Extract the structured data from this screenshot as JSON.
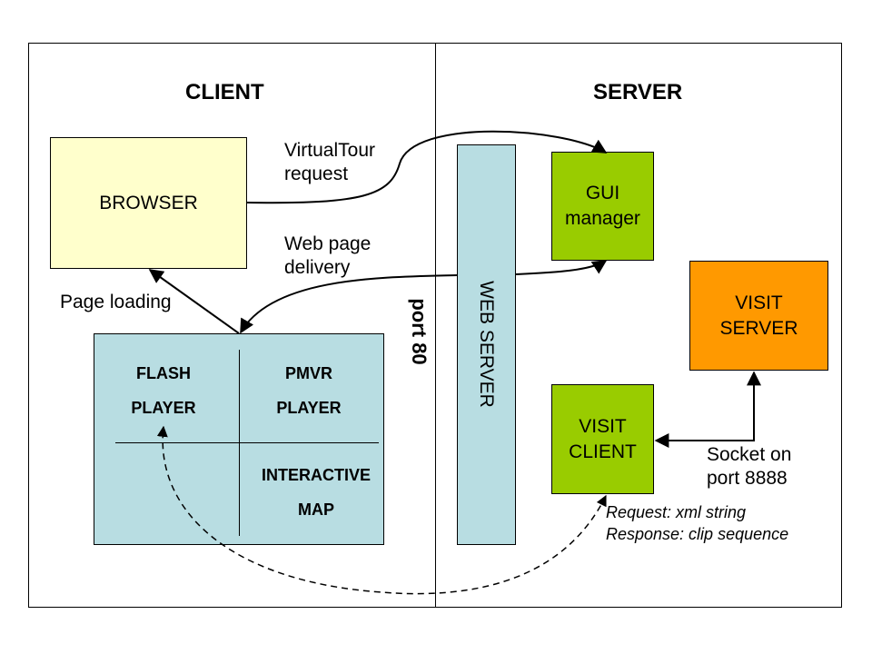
{
  "headings": {
    "client": "CLIENT",
    "server": "SERVER"
  },
  "boxes": {
    "browser": "BROWSER",
    "gui_manager": [
      "GUI",
      "manager"
    ],
    "visit_server": [
      "VISIT",
      "SERVER"
    ],
    "visit_client": [
      "VISIT",
      "CLIENT"
    ],
    "web_server": "WEB SERVER"
  },
  "player": {
    "flash": [
      "FLASH",
      "PLAYER"
    ],
    "pmvr": [
      "PMVR",
      "PLAYER"
    ],
    "map": [
      "INTERACTIVE",
      "MAP"
    ]
  },
  "labels": {
    "virtualtour": [
      "VirtualTour",
      "request"
    ],
    "webpage": [
      "Web page",
      "delivery"
    ],
    "page_loading": "Page loading",
    "port80": "port 80",
    "socket": [
      "Socket on",
      "port 8888"
    ],
    "request": "Request: xml string",
    "response": "Response: clip sequence"
  },
  "colors": {
    "browser": "#ffffcc",
    "gui_manager": "#99cc00",
    "visit_client": "#99cc00",
    "visit_server": "#ff9900",
    "web_server": "#b8dde2",
    "player": "#b8dde2"
  }
}
